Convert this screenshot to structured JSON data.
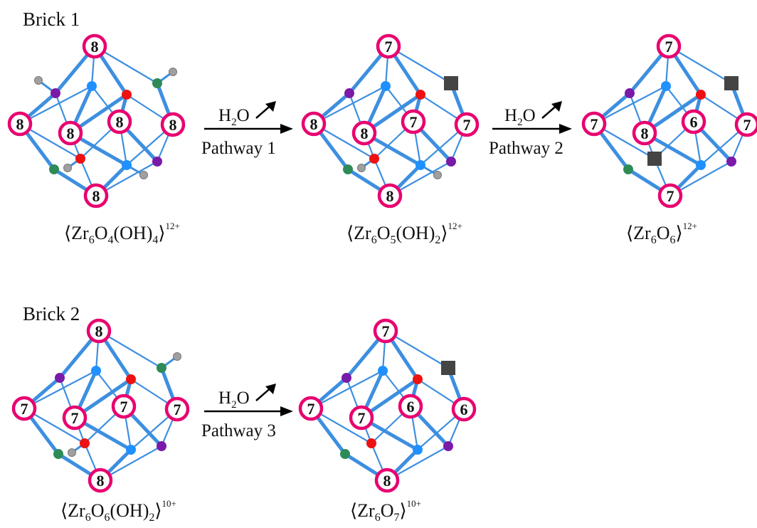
{
  "colors": {
    "bond": "#3d8fe0",
    "zr_ring": "#e8006f",
    "oxo_blue": "#1e90ff",
    "oxo_red": "#ee1111",
    "oxo_purple": "#7a1aa8",
    "oxo_green": "#2e8b57",
    "hydrogen": "#a0a0a0",
    "vacancy": "#444444",
    "text": "#111111"
  },
  "labels": {
    "brick1": "Brick 1",
    "brick2": "Brick 2"
  },
  "clusters": [
    {
      "id": "b1c1",
      "zr_numbers": [
        "8",
        "8",
        "8",
        "8",
        "8",
        "8"
      ],
      "formula": {
        "f1": "Zr",
        "s1": "6",
        "f2": "O",
        "s2": "4",
        "f3": "(OH)",
        "s3": "4",
        "charge": "12+"
      }
    },
    {
      "id": "b1c2",
      "zr_numbers": [
        "7",
        "8",
        "8",
        "7",
        "7",
        "8"
      ],
      "formula": {
        "f1": "Zr",
        "s1": "6",
        "f2": "O",
        "s2": "5",
        "f3": "(OH)",
        "s3": "2",
        "charge": "12+"
      }
    },
    {
      "id": "b1c3",
      "zr_numbers": [
        "7",
        "7",
        "8",
        "6",
        "7",
        "7"
      ],
      "formula": {
        "f1": "Zr",
        "s1": "6",
        "f2": "O",
        "s2": "6",
        "charge": "12+"
      }
    },
    {
      "id": "b2c1",
      "zr_numbers": [
        "8",
        "7",
        "7",
        "7",
        "7",
        "8"
      ],
      "formula": {
        "f1": "Zr",
        "s1": "6",
        "f2": "O",
        "s2": "6",
        "f3": "(OH)",
        "s3": "2",
        "charge": "10+"
      }
    },
    {
      "id": "b2c2",
      "zr_numbers": [
        "7",
        "7",
        "7",
        "6",
        "6",
        "8"
      ],
      "formula": {
        "f1": "Zr",
        "s1": "6",
        "f2": "O",
        "s2": "7",
        "charge": "10+"
      }
    }
  ],
  "arrows": [
    {
      "reagent": "H",
      "reagent_sub": "2",
      "reagent_end": "O",
      "pathway": "Pathway 1"
    },
    {
      "reagent": "H",
      "reagent_sub": "2",
      "reagent_end": "O",
      "pathway": "Pathway 2"
    },
    {
      "reagent": "H",
      "reagent_sub": "2",
      "reagent_end": "O",
      "pathway": "Pathway 3"
    }
  ]
}
